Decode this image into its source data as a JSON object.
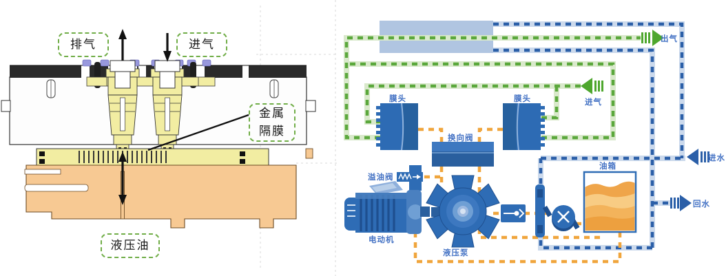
{
  "left_figure": {
    "type": "diaphragm-compressor-cross-section",
    "labels": {
      "exhaust": "排气",
      "intake": "进气",
      "metal_diaphragm": "金属隔膜",
      "hydraulic_oil": "液压油"
    },
    "callout_box_color": "#70AD47"
  },
  "right_figure": {
    "type": "hydraulic-pneumatic-schematic",
    "component_labels": {
      "membrane_head_left": "膜头",
      "membrane_head_right": "膜头",
      "directional_valve": "换向阀",
      "relief_valve": "溢油阀",
      "motor": "电动机",
      "hydraulic_pump": "液压泵",
      "oil_tank": "油箱"
    },
    "port_labels": {
      "gas_out": "出气",
      "gas_in": "进气",
      "water_in": "进水",
      "water_return": "回水"
    },
    "line_colors": {
      "gas_line_dash": "#5BA83C",
      "gas_line_track": "#D9E9CB",
      "water_line_dash": "#2B5FA8",
      "water_line_track": "#CBD9EC",
      "oil_line_dash": "#F0A53C",
      "component_blue": "#2E6CB5",
      "label_blue": "#4472C4"
    }
  }
}
